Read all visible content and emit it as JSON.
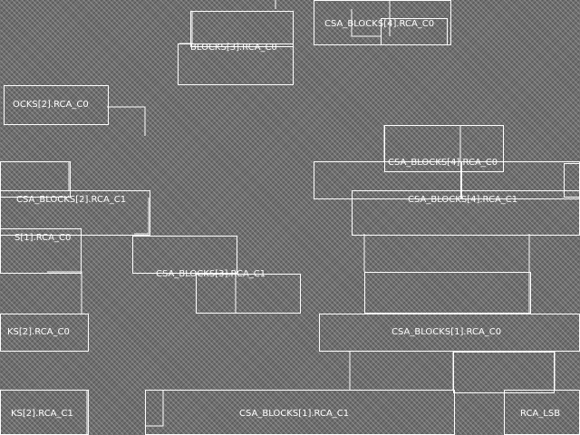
{
  "colors": {
    "background": "#6e6e6e",
    "outline": "#ffffff",
    "label": "#ffffff"
  },
  "labels": {
    "l1": "CSA_BLOCKS[4].RCA_C0",
    "l2": "BLOCKS[3].RCA_C0",
    "l3": "OCKS[2].RCA_C0",
    "l4": "CSA_BLOCKS[4].RCA_C0",
    "l5": "CSA_BLOCKS[2].RCA_C1",
    "l6": "CSA_BLOCKS[4].RCA_C1",
    "l7": "S[1].RCA_C0",
    "l8": "CSA_BLOCKS[3].RCA_C1",
    "l9": "KS[2].RCA_C0",
    "l10": "CSA_BLOCKS[1].RCA_C0",
    "l11": "KS[2].RCA_C1",
    "l12": "CSA_BLOCKS[1].RCA_C1",
    "l13": "RCA_LSB"
  }
}
